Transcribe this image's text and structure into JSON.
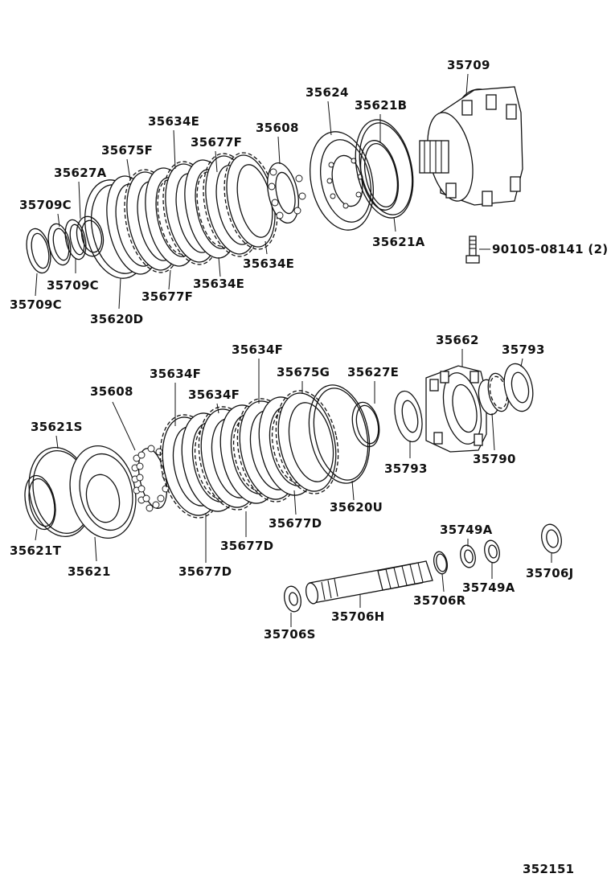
{
  "labels": {
    "p35709": "35709",
    "p35624": "35624",
    "p35621B": "35621B",
    "p35634E_top": "35634E",
    "p35608_top": "35608",
    "p35677F_top": "35677F",
    "p35675F": "35675F",
    "p35627A": "35627A",
    "p35709C_top": "35709C",
    "p35709C_mid": "35709C",
    "p35709C_bot": "35709C",
    "p35620D": "35620D",
    "p35677F_bot": "35677F",
    "p35634E_bot": "35634E",
    "p35634E_mid": "35634E",
    "p35621A": "35621A",
    "p90105": "90105-08141 (2)",
    "p35634F_top": "35634F",
    "p35662": "35662",
    "p35793_top": "35793",
    "p35634F_left": "35634F",
    "p35675G": "35675G",
    "p35627E": "35627E",
    "p35608_bot": "35608",
    "p35634F_mid": "35634F",
    "p35621S": "35621S",
    "p35793_bot": "35793",
    "p35790": "35790",
    "p35620U": "35620U",
    "p35677D_a": "35677D",
    "p35749A_top": "35749A",
    "p35706J": "35706J",
    "p35621T": "35621T",
    "p35677D_b": "35677D",
    "p35621": "35621",
    "p35677D_c": "35677D",
    "p35706R": "35706R",
    "p35749A_bot": "35749A",
    "p35706H": "35706H",
    "p35706S": "35706S",
    "diagram_code": "352151"
  }
}
